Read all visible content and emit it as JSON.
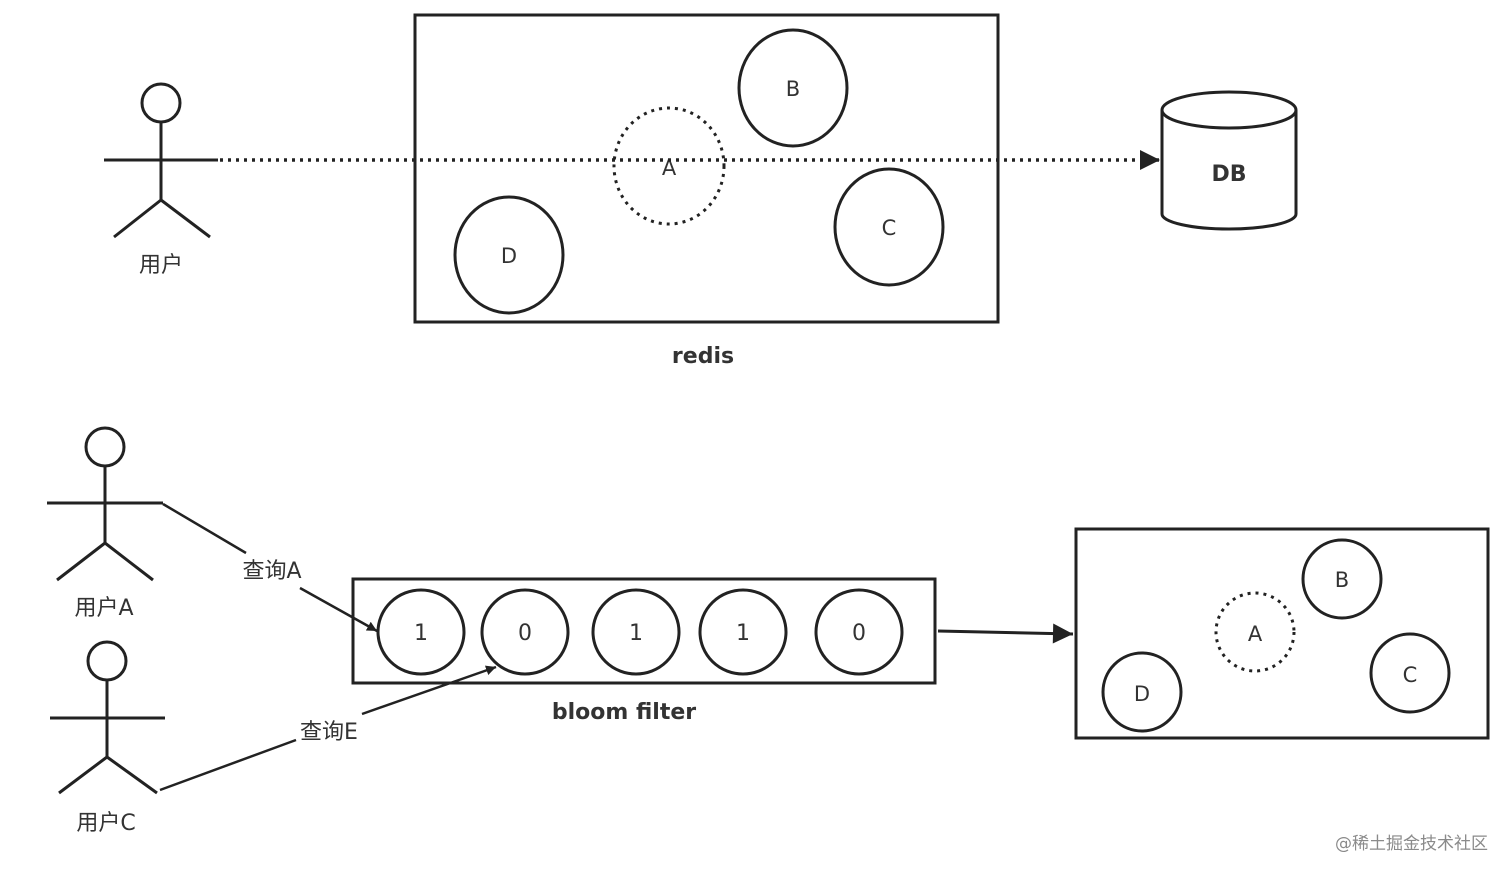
{
  "top": {
    "actor_label": "用户",
    "container_label": "redis",
    "cache_nodes": {
      "a": "A",
      "b": "B",
      "c": "C",
      "d": "D"
    },
    "db_label": "DB"
  },
  "bottom": {
    "actor1_label": "用户A",
    "actor2_label": "用户C",
    "query1_label": "查询A",
    "query2_label": "查询E",
    "filter_label": "bloom filter",
    "bits": [
      "1",
      "0",
      "1",
      "1",
      "0"
    ],
    "cache_nodes": {
      "a": "A",
      "b": "B",
      "c": "C",
      "d": "D"
    }
  },
  "watermark": "@稀土掘金技术社区"
}
